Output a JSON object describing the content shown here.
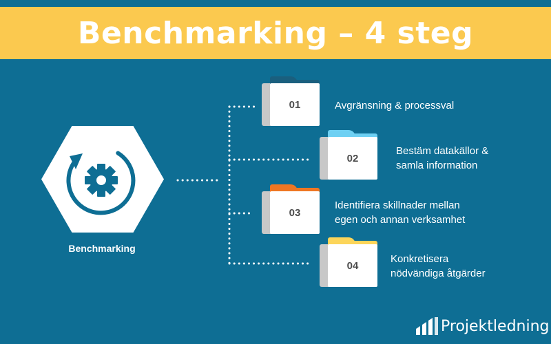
{
  "title": "Benchmarking – 4 steg",
  "hub": {
    "label": "Benchmarking",
    "icon": "gear-cycle-icon"
  },
  "steps": [
    {
      "number": "01",
      "lines": [
        "Avgränsning  & processval"
      ],
      "folder_color": "#1a5f7e"
    },
    {
      "number": "02",
      "lines": [
        "Bestäm datakällor &",
        "samla information"
      ],
      "folder_color": "#6ed0f3"
    },
    {
      "number": "03",
      "lines": [
        "Identifiera  skillnader mellan",
        "egen och annan verksamhet"
      ],
      "folder_color": "#ef7622"
    },
    {
      "number": "04",
      "lines": [
        "Konkretisera",
        "nödvändiga åtgärder"
      ],
      "folder_color": "#fcd55a"
    }
  ],
  "brand": {
    "name": "Projektledning",
    "icon": "bar-chart-logo-icon"
  },
  "colors": {
    "background": "#0e6e94",
    "title_band": "#fbc94f",
    "connector": "#ffffff"
  }
}
